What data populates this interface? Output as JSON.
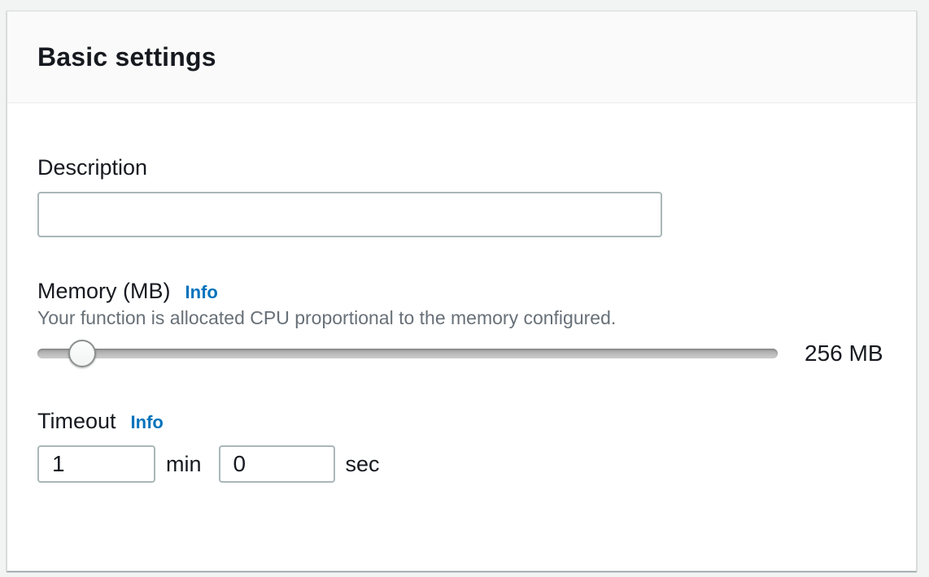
{
  "colors": {
    "link_blue": "#0073bb",
    "text_dark": "#16191f",
    "helper_gray": "#687078",
    "input_border": "#aab7b8",
    "header_bg": "#fafafa"
  },
  "card": {
    "title": "Basic settings"
  },
  "description": {
    "label": "Description",
    "value": ""
  },
  "memory": {
    "label": "Memory (MB)",
    "info_label": "Info",
    "helper": "Your function is allocated CPU proportional to the memory configured.",
    "value_display": "256 MB",
    "slider_percent": 6
  },
  "timeout": {
    "label": "Timeout",
    "info_label": "Info",
    "minutes": {
      "value": "1",
      "unit": "min"
    },
    "seconds": {
      "value": "0",
      "unit": "sec"
    }
  }
}
